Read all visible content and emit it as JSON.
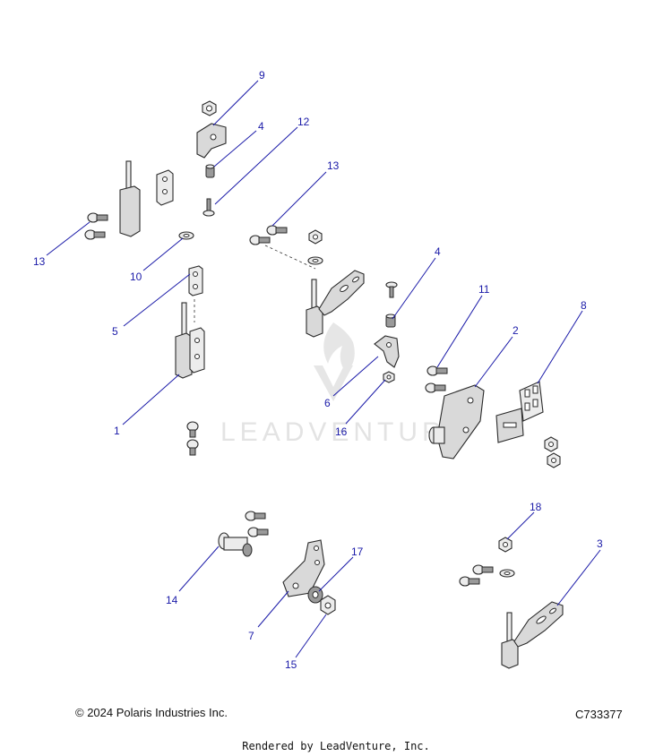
{
  "watermark": {
    "text": "LEADVENTURE"
  },
  "callouts": [
    "9",
    "4",
    "12",
    "13",
    "13",
    "10",
    "5",
    "1",
    "4",
    "11",
    "2",
    "8",
    "6",
    "16",
    "14",
    "17",
    "18",
    "3",
    "7",
    "15"
  ],
  "footer": {
    "copyright": "© 2024 Polaris Industries Inc.",
    "drawing_code": "C733377",
    "rendered_by": "Rendered by LeadVenture, Inc."
  }
}
